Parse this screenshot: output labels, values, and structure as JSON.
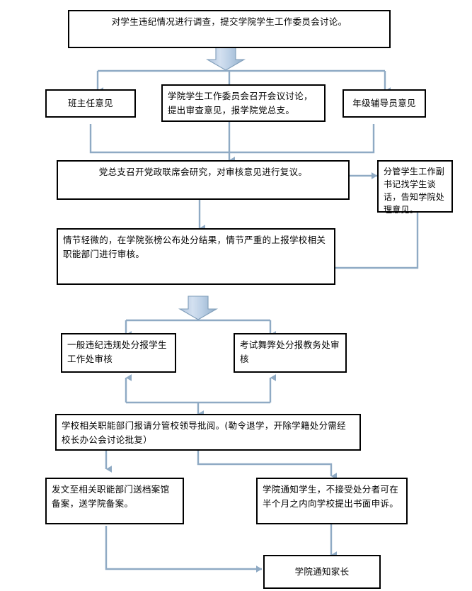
{
  "diagram": {
    "title_node": "对学生违纪情况进行调查，提交学院学生工作委员会讨论。",
    "colors": {
      "connector": "#8FAAC4",
      "node_border": "#000000",
      "node_background": "#FFFFFF",
      "block_arrow_fill": "#B8CCE4",
      "block_arrow_edge": "#7F9DB9",
      "text": "#000000"
    },
    "nodes": [
      {
        "id": "investigate",
        "name": "investigation-box",
        "text": "对学生违纪情况进行调查，提交学院学生工作委员会讨论。",
        "align": "center"
      },
      {
        "id": "class-teacher",
        "name": "class-teacher-opinion-box",
        "text": "班主任意见",
        "align": "middle"
      },
      {
        "id": "committee-meeting",
        "name": "committee-meeting-box",
        "text": "学院学生工作委员会召开会议讨论，提出审查意见，报学院党总支。",
        "align": "left"
      },
      {
        "id": "grade-counselor",
        "name": "grade-counselor-opinion-box",
        "text": "年级辅导员意见",
        "align": "middle"
      },
      {
        "id": "party-branch",
        "name": "party-branch-review-box",
        "text": "党总支召开党政联席会研究，对审核意见进行复议。",
        "align": "center"
      },
      {
        "id": "deputy-secretary",
        "name": "deputy-secretary-talk-box",
        "text": "分管学生工作副书记找学生谈话，告知学院处理意见。",
        "align": "left"
      },
      {
        "id": "severity",
        "name": "severity-handling-box",
        "text": "情节轻微的，在学院张榜公布处分结果，情节严重的上报学校相关职能部门进行审核。",
        "align": "left"
      },
      {
        "id": "general-violation",
        "name": "general-violation-box",
        "text": "一般违纪违规处分报学生工作处审核",
        "align": "left"
      },
      {
        "id": "exam-cheating",
        "name": "exam-cheating-box",
        "text": "考试舞弊处分报教务处审核",
        "align": "left"
      },
      {
        "id": "school-approval",
        "name": "school-approval-box",
        "text": "学校相关职能部门报请分管校领导批阅。(勒令退学，开除学籍处分需经校长办公会讨论批复）",
        "align": "left"
      },
      {
        "id": "archive",
        "name": "archive-filing-box",
        "text": "发文至相关职能部门送档案馆备案，送学院备案。",
        "align": "left"
      },
      {
        "id": "notify-student",
        "name": "notify-student-box",
        "text": "学院通知学生，不接受处分者可在半个月之内向学校提出书面申诉。",
        "align": "left"
      },
      {
        "id": "notify-parents",
        "name": "notify-parents-box",
        "text": "学院通知家长",
        "align": "middle"
      }
    ]
  }
}
